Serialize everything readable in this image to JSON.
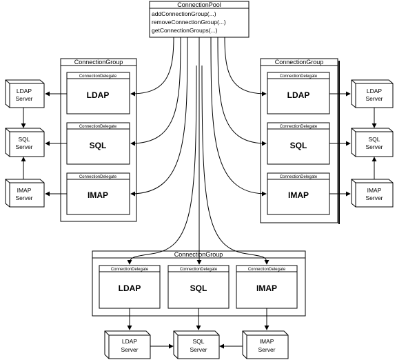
{
  "pool": {
    "title": "ConnectionPool",
    "methods": [
      "addConnectionGroup(...)",
      "removeConnectionGroup(...)",
      "getConnectionGroups(...)"
    ]
  },
  "group_title": "ConnectionGroup",
  "delegate_title": "ConnectionDelegate",
  "delegates": [
    "LDAP",
    "SQL",
    "IMAP"
  ],
  "servers": [
    {
      "line1": "LDAP",
      "line2": "Server"
    },
    {
      "line1": "SQL",
      "line2": "Server"
    },
    {
      "line1": "IMAP",
      "line2": "Server"
    }
  ]
}
